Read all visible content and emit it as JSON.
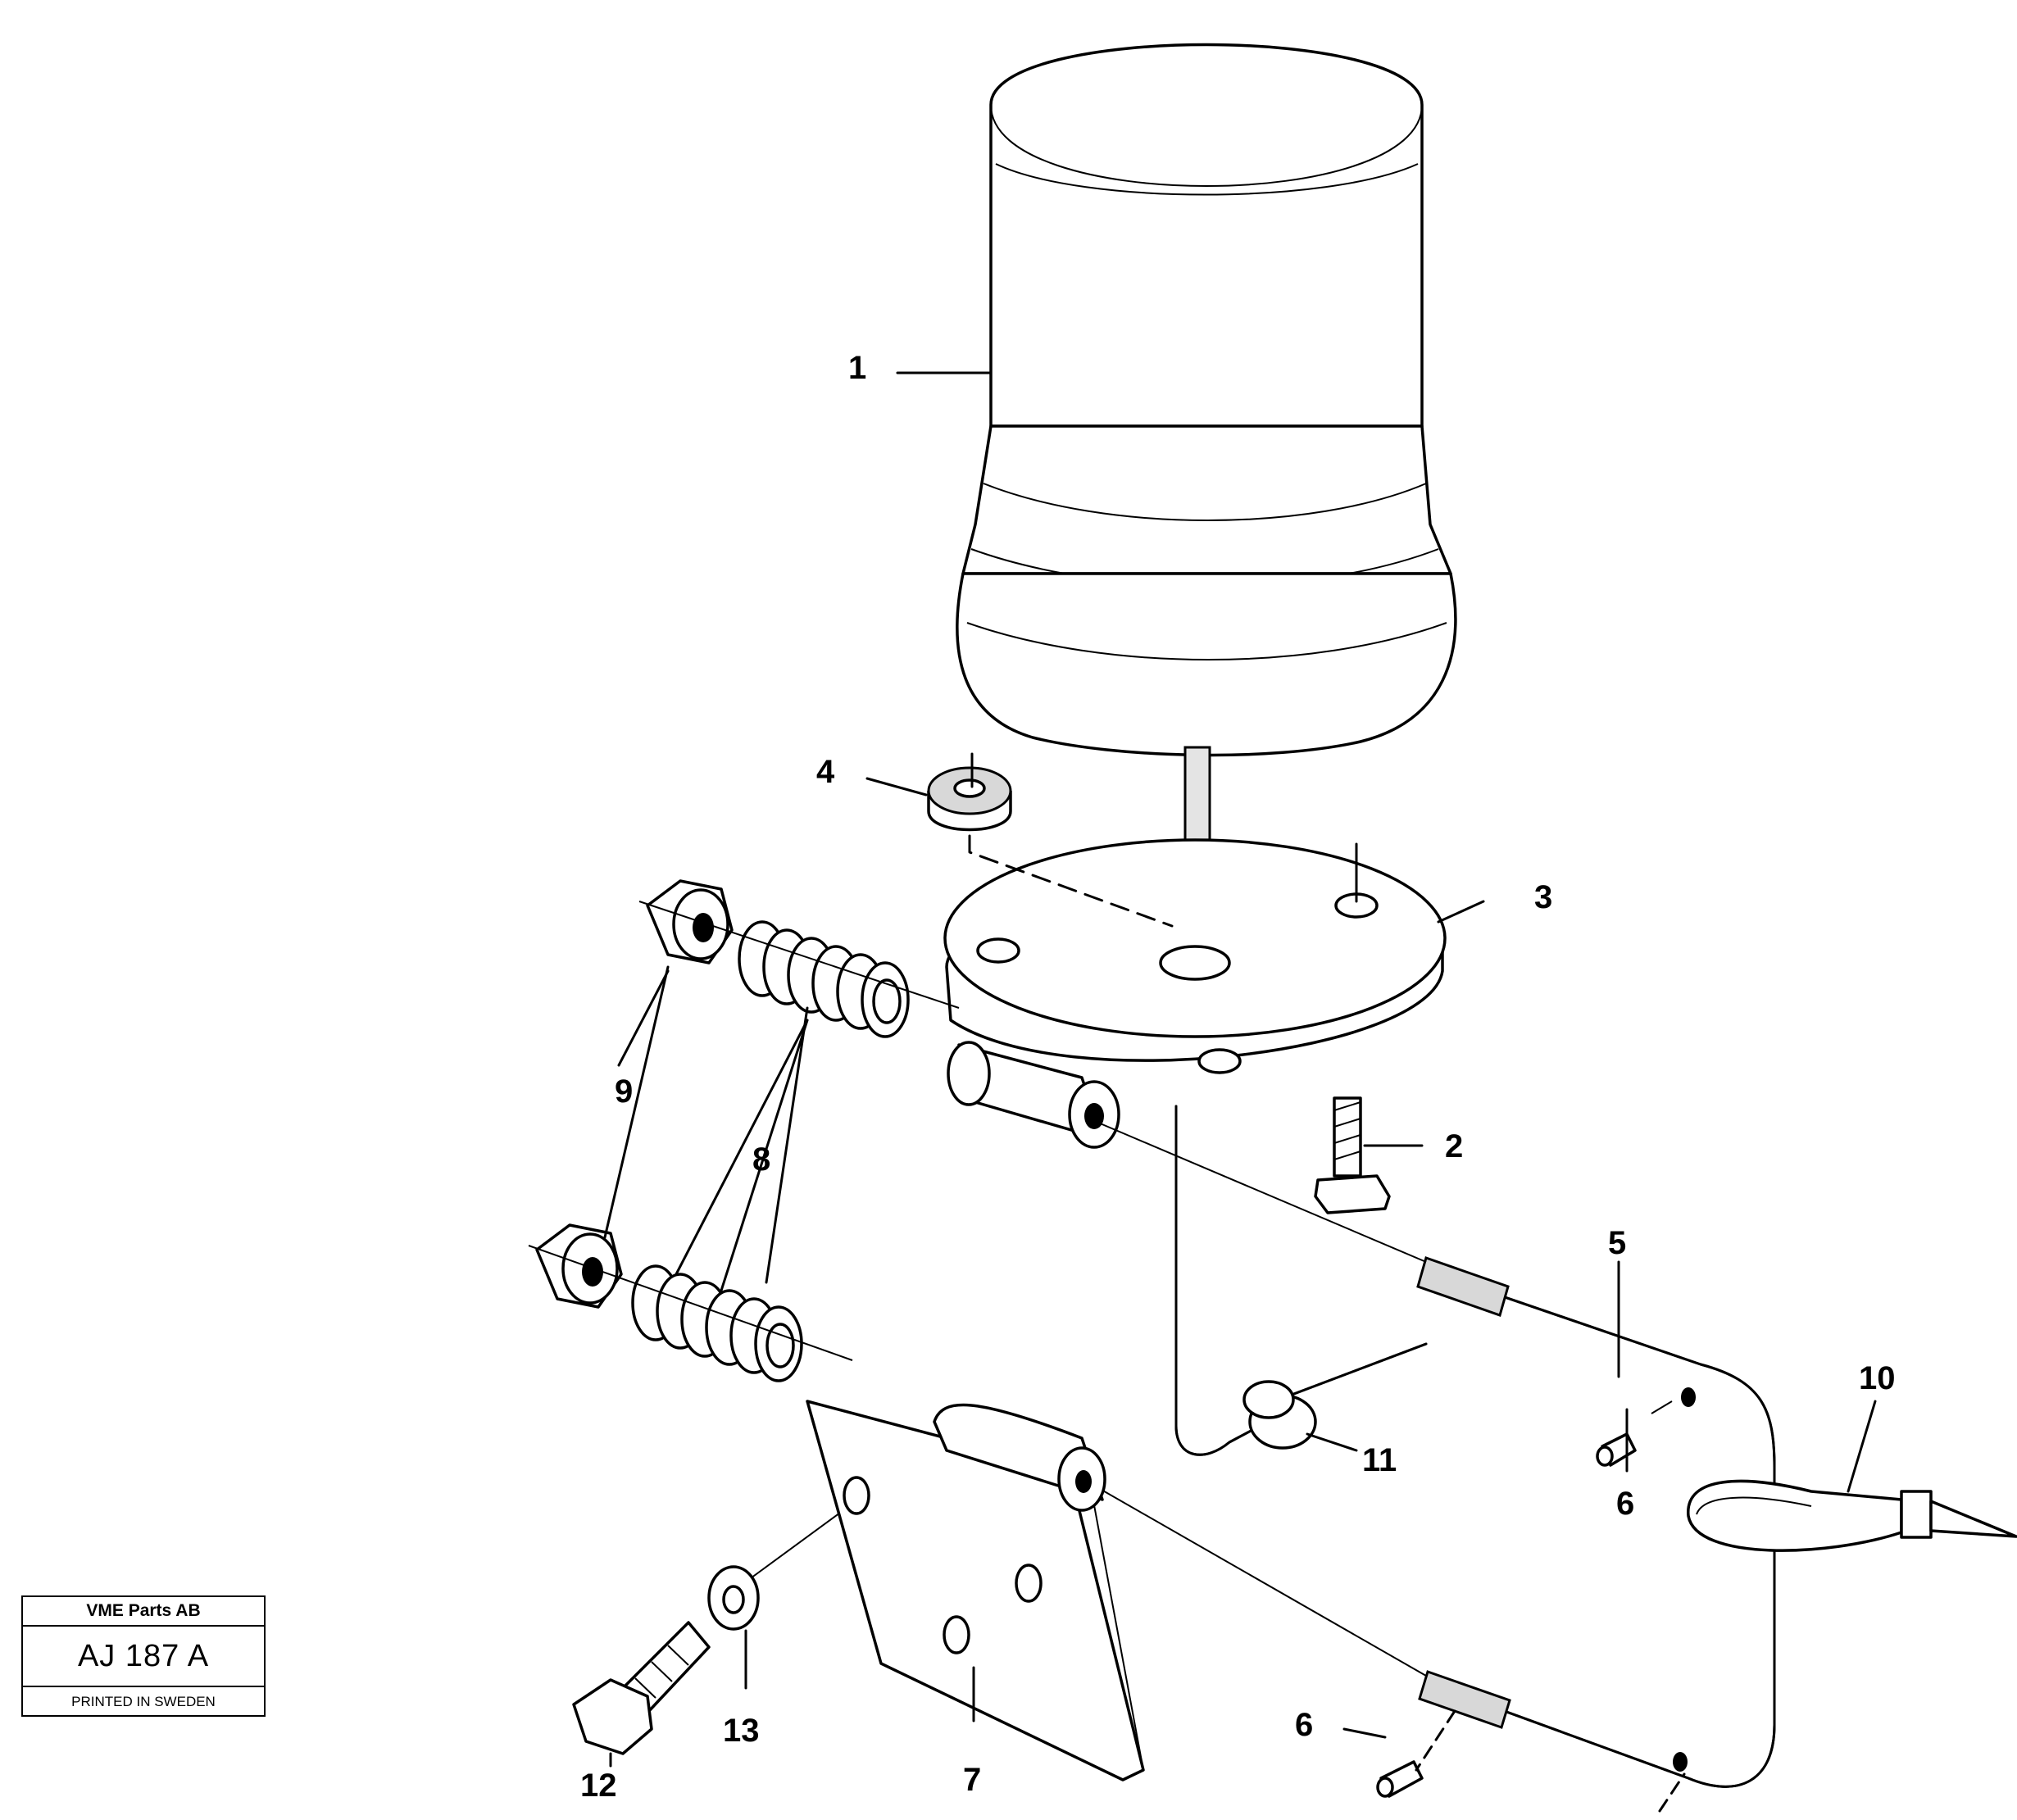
{
  "callouts": [
    "1",
    "2",
    "3",
    "4",
    "5",
    "6",
    "6",
    "7",
    "8",
    "9",
    "10",
    "11",
    "12",
    "13"
  ],
  "stamp": {
    "company": "VME Parts AB",
    "reference": "AJ 187 A",
    "printed": "PRINTED IN SWEDEN"
  }
}
